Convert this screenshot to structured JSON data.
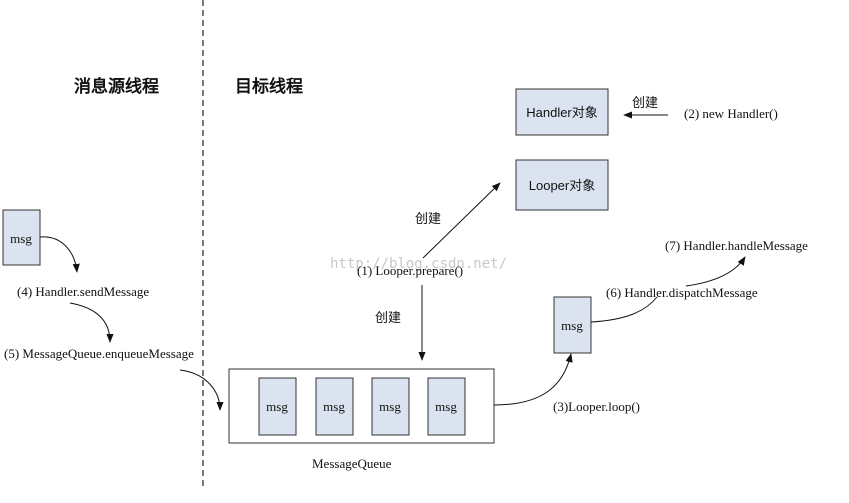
{
  "headings": {
    "source_thread": "消息源线程",
    "target_thread": "目标线程"
  },
  "boxes": {
    "handler_object": "Handler对象",
    "looper_object": "Looper对象",
    "source_msg": "msg",
    "dispatch_msg": "msg",
    "queue_msgs": [
      "msg",
      "msg",
      "msg",
      "msg"
    ]
  },
  "labels": {
    "create_handler": "创建",
    "new_handler": "(2) new Handler()",
    "create_looper": "创建",
    "looper_prepare": "(1) Looper.prepare()",
    "create_queue": "创建",
    "send_message": "(4) Handler.sendMessage",
    "enqueue_message": "(5) MessageQueue.enqueueMessage",
    "message_queue": "MessageQueue",
    "looper_loop": "(3)Looper.loop()",
    "dispatch_message": "(6) Handler.dispatchMessage",
    "handle_message": "(7) Handler.handleMessage"
  },
  "watermark": "http://blog.csdn.net/",
  "colors": {
    "box_fill": "#dbe3f0",
    "stroke": "#333333",
    "text": "#111111",
    "watermark": "#c8c8c8"
  }
}
